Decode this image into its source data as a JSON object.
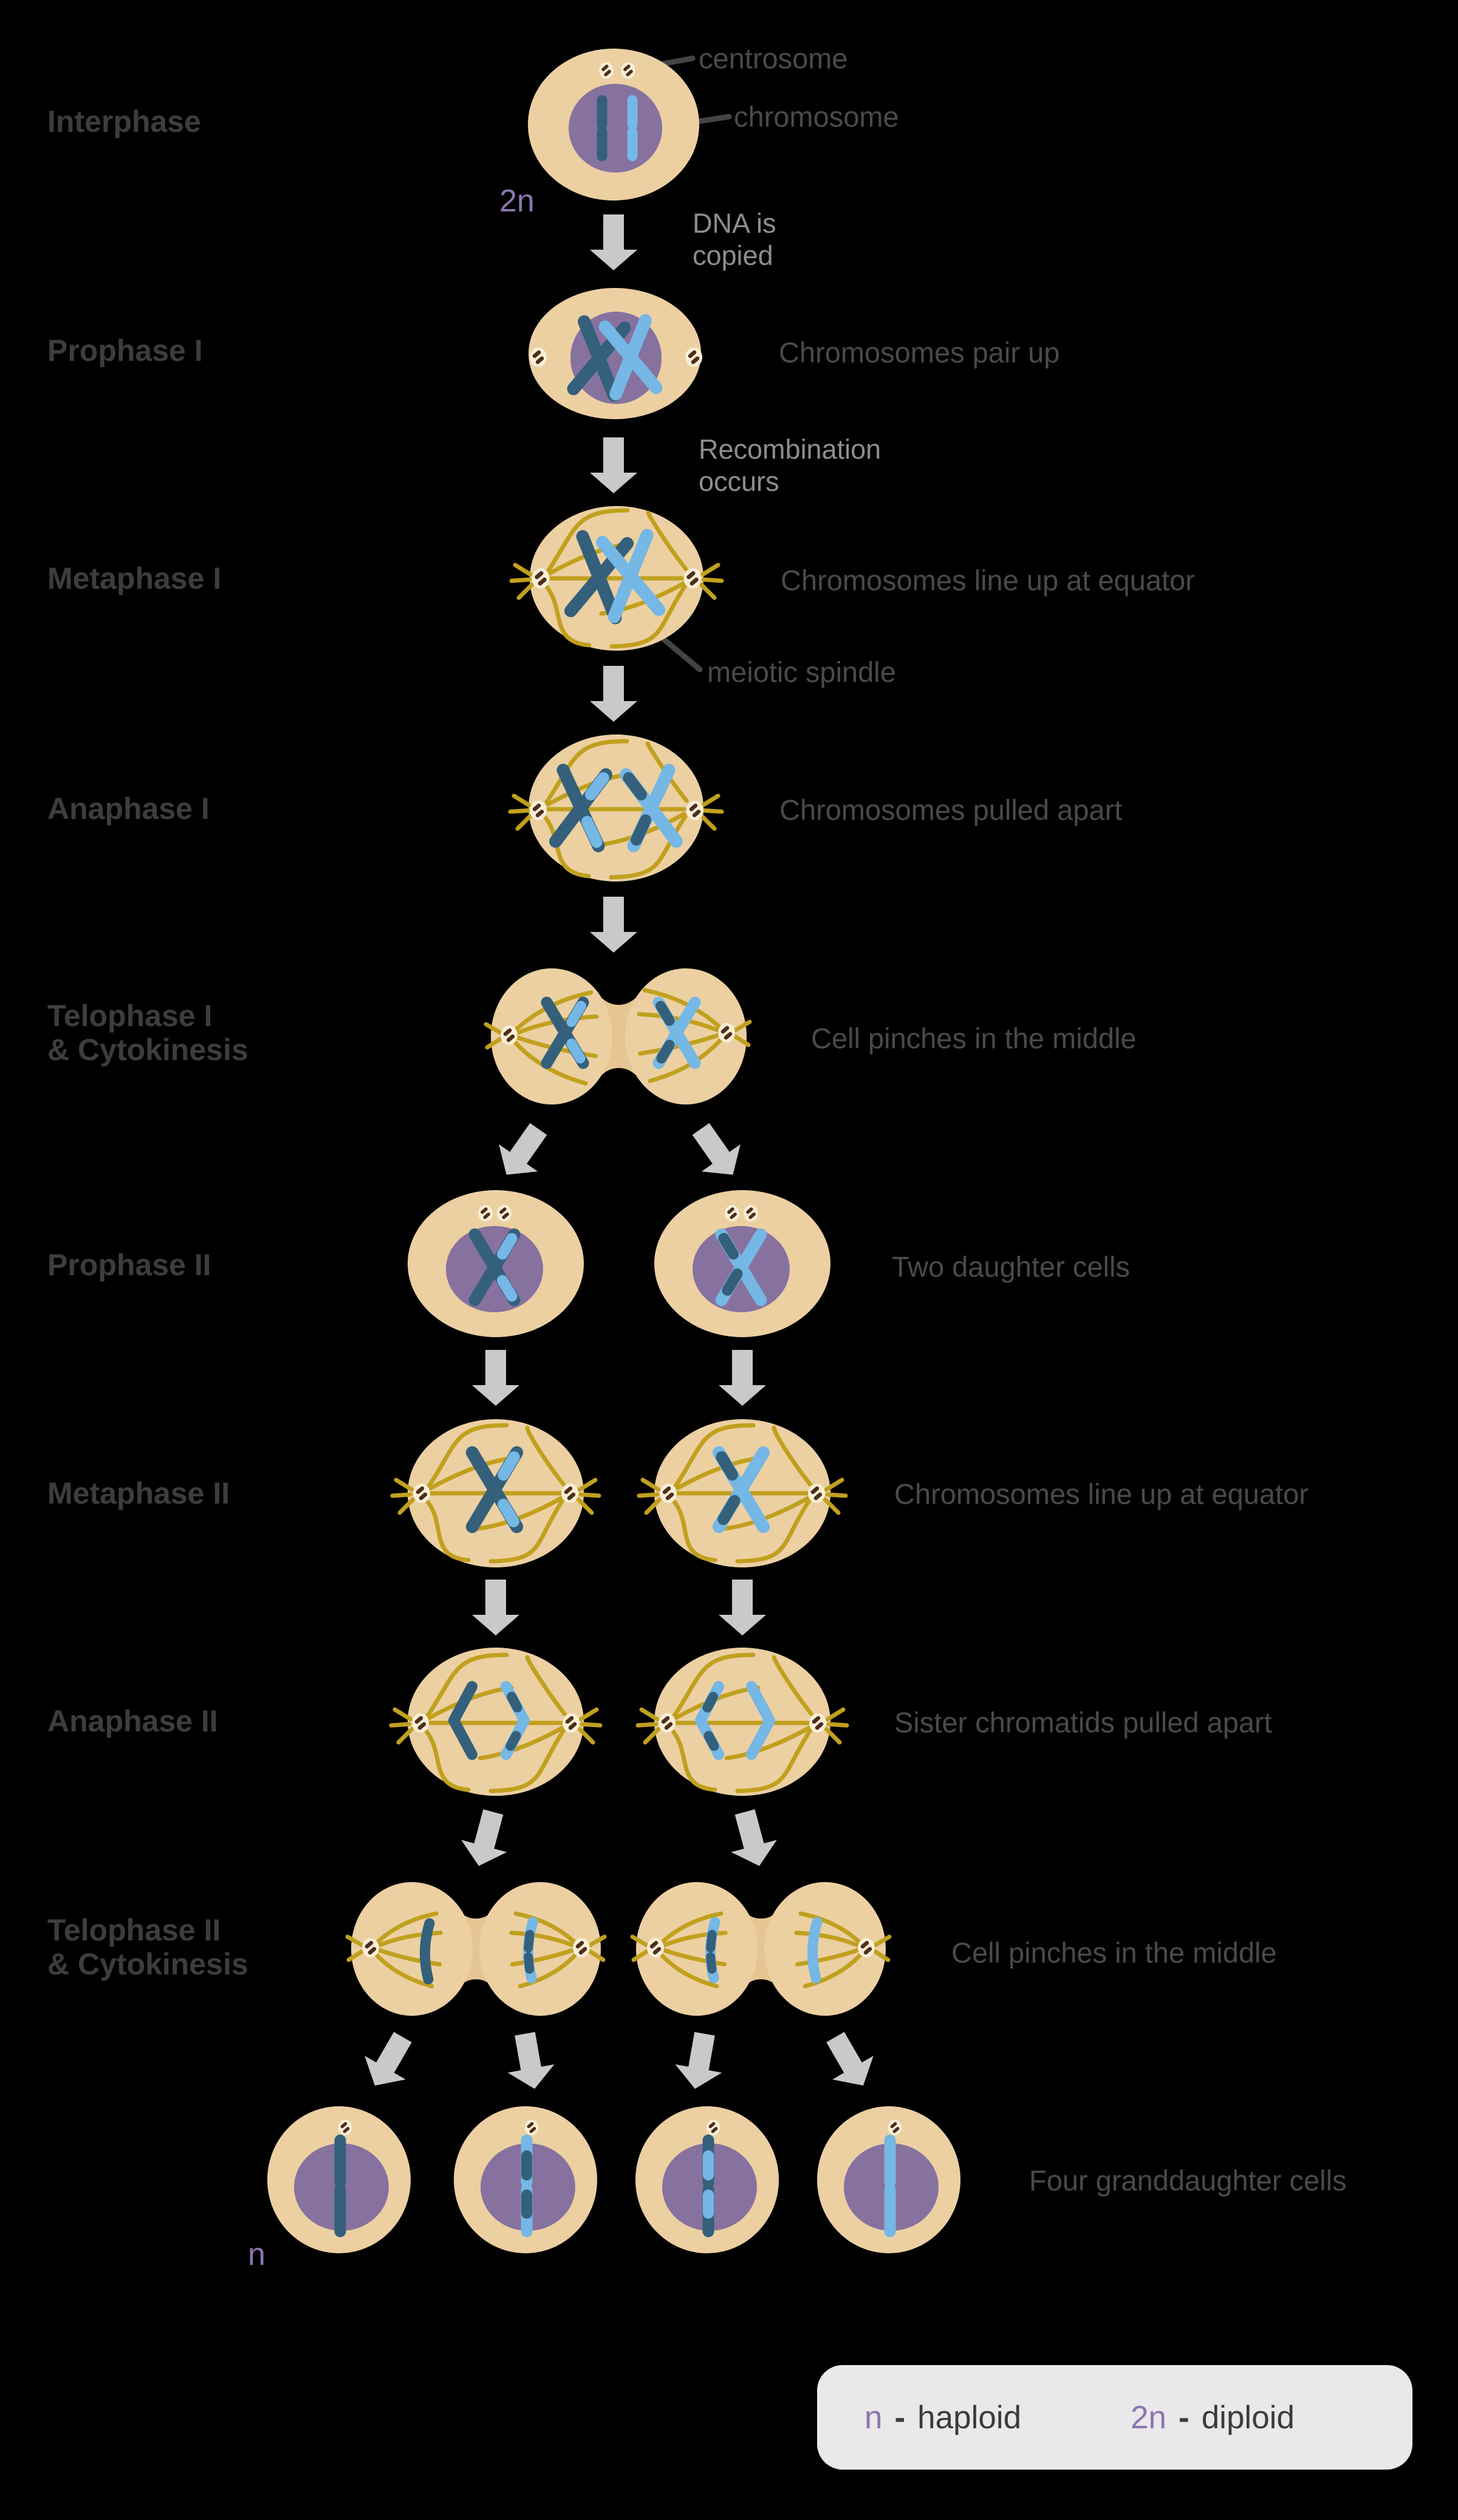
{
  "phases": [
    "Interphase",
    "Prophase I",
    "Metaphase I",
    "Anaphase I",
    "Telophase I\n& Cytokinesis",
    "Prophase II",
    "Metaphase II",
    "Anaphase II",
    "Telophase II\n& Cytokinesis"
  ],
  "captions": [
    "Chromosomes pair up",
    "Chromosomes line up at equator",
    "Chromosomes pulled apart",
    "Cell pinches in the middle",
    "Two daughter cells",
    "Chromosomes line up at equator",
    "Sister chromatids pulled apart",
    "Cell pinches in the middle",
    "Four granddaughter cells"
  ],
  "annotations": {
    "centrosome": "centrosome",
    "chromosome": "chromosome",
    "dna_copied": "DNA is\ncopied",
    "recombination": "Recombination\noccurs",
    "meiotic_spindle": "meiotic spindle",
    "diploid_symbol": "2n",
    "haploid_symbol": "n"
  },
  "legend": {
    "haploid_symbol": "n",
    "haploid_sep": "-",
    "haploid_label": "haploid",
    "diploid_symbol": "2n",
    "diploid_sep": "-",
    "diploid_label": "diploid"
  },
  "colors": {
    "background": "#000000",
    "cell_body": "#ecd0a2",
    "cell_body_shade": "#e6c592",
    "nucleus": "#87719f",
    "chromosome_dark": "#34607b",
    "chromosome_light": "#75b7e5",
    "spindle": "#c1a01e",
    "centrosome_fill": "#f8eed6",
    "centrosome_mark": "#4e2d1c",
    "arrow": "#c9c9c9",
    "phase_label": "#3d3d3d",
    "caption_text": "#4a4a4a",
    "annotation_text": "#8d8d8d",
    "ploidy_text": "#8d76af",
    "legend_bg": "#e9e8ea",
    "legend_text": "#3b3b3b",
    "connector": "#444444"
  }
}
